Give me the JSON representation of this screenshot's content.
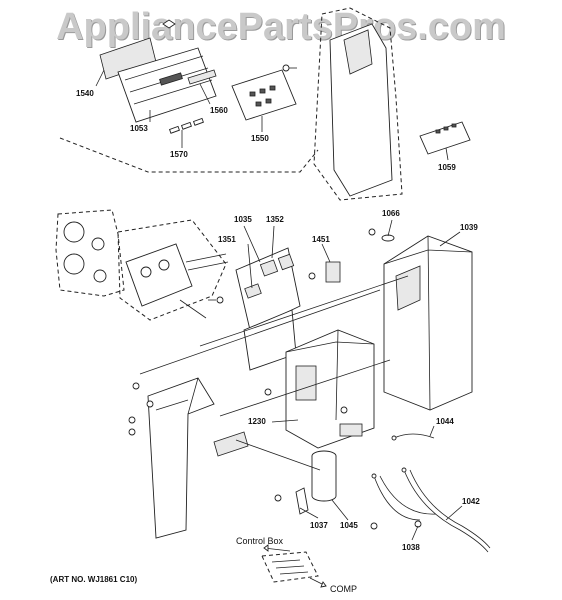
{
  "watermark": "AppliancePartsPros.com",
  "art_number": "(ART NO. WJ1861 C10)",
  "labels": {
    "p1540": "1540",
    "p1560": "1560",
    "p1053": "1053",
    "p1570": "1570",
    "p1550": "1550",
    "p1059": "1059",
    "p1035": "1035",
    "p1352": "1352",
    "p1351": "1351",
    "p1451": "1451",
    "p1066": "1066",
    "p1039": "1039",
    "p1230": "1230",
    "p1044": "1044",
    "p1042": "1042",
    "p1037": "1037",
    "p1045": "1045",
    "p1038": "1038"
  },
  "legend": {
    "control_box": "Control Box",
    "comp": "COMP"
  }
}
